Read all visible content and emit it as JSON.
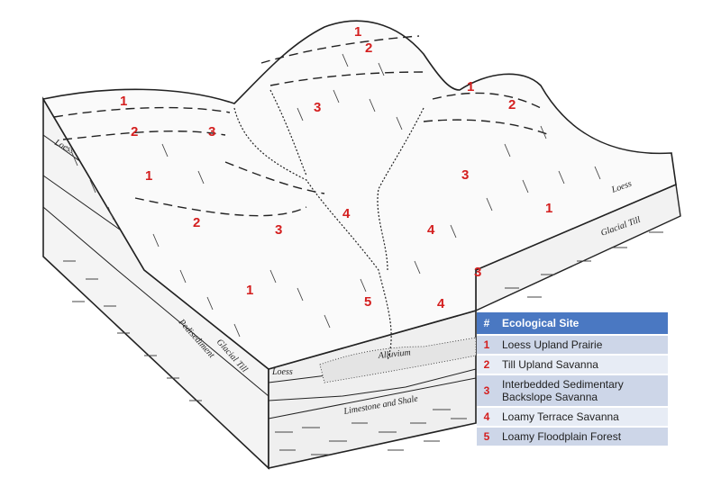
{
  "site_numbers": [
    "1",
    "2",
    "3",
    "4",
    "5"
  ],
  "strata_labels": {
    "loess": "Loess",
    "glacial_till": "Glacial Till",
    "pedisediment": "Pedisediment",
    "alluvium": "Alluvium",
    "limestone_shale": "Limestone and Shale"
  },
  "legend": {
    "header_num": "#",
    "header_site": "Ecological Site",
    "rows": [
      {
        "num": "1",
        "site": "Loess Upland Prairie"
      },
      {
        "num": "2",
        "site": "Till Upland Savanna"
      },
      {
        "num": "3",
        "site": "Interbedded Sedimentary Backslope Savanna"
      },
      {
        "num": "4",
        "site": "Loamy Terrace Savanna"
      },
      {
        "num": "5",
        "site": "Loamy Floodplain Forest"
      }
    ]
  },
  "colors": {
    "header_bg": "#4a78c2",
    "row_dark": "#cdd6e8",
    "row_light": "#e7ecf5",
    "site_number": "#d41f1f",
    "line_art": "#222222"
  }
}
